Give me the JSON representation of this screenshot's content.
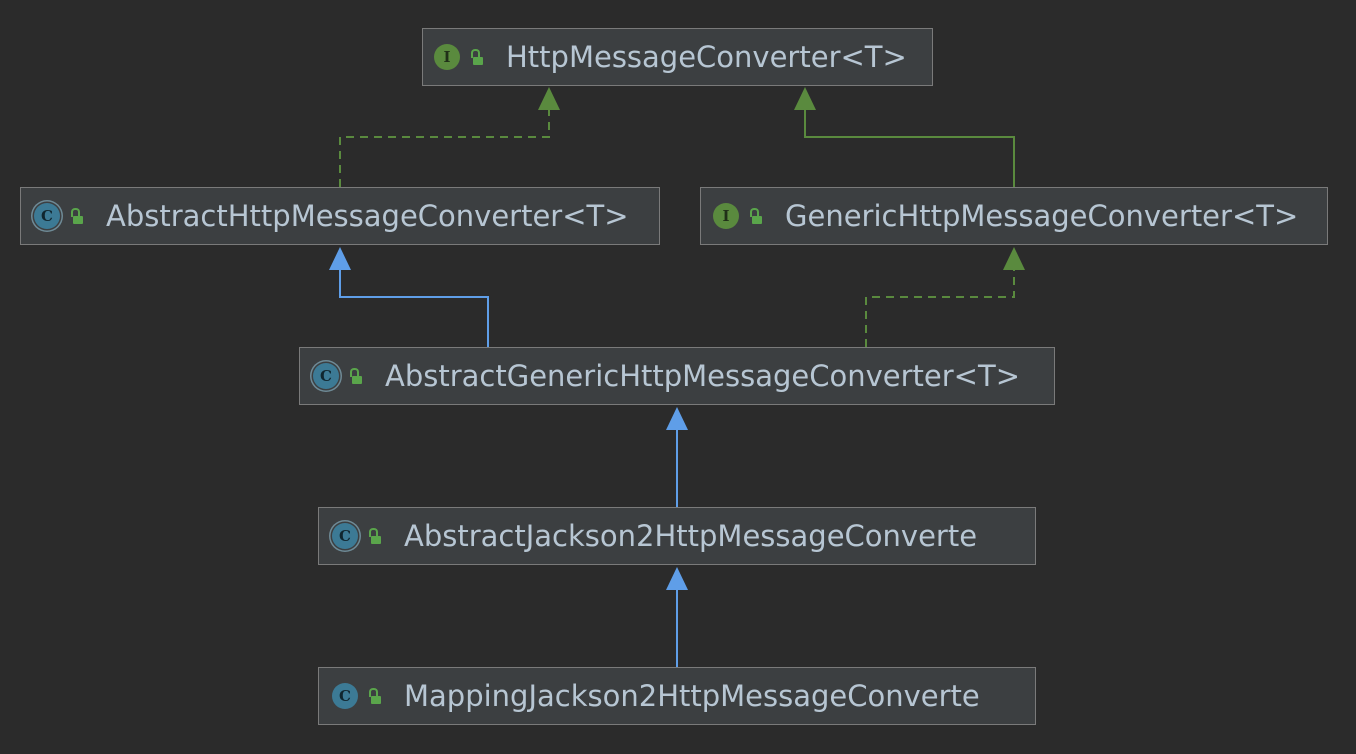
{
  "diagram": {
    "nodes": [
      {
        "id": "http-message-converter",
        "kind": "interface",
        "kind_glyph": "I",
        "label": "HttpMessageConverter<T>"
      },
      {
        "id": "abstract-http-message-converter",
        "kind": "abstract",
        "kind_glyph": "C",
        "label": "AbstractHttpMessageConverter<T>"
      },
      {
        "id": "generic-http-message-converter",
        "kind": "interface",
        "kind_glyph": "I",
        "label": "GenericHttpMessageConverter<T>"
      },
      {
        "id": "abstract-generic-http-message-converter",
        "kind": "abstract",
        "kind_glyph": "C",
        "label": "AbstractGenericHttpMessageConverter<T>"
      },
      {
        "id": "abstract-jackson2-http-message-converter",
        "kind": "abstract",
        "kind_glyph": "C",
        "label": "AbstractJackson2HttpMessageConverte"
      },
      {
        "id": "mapping-jackson2-http-message-converter",
        "kind": "class",
        "kind_glyph": "C",
        "label": "MappingJackson2HttpMessageConverte"
      }
    ],
    "edges": [
      {
        "from": "abstract-http-message-converter",
        "to": "http-message-converter",
        "relation": "implements",
        "style": "dashed",
        "color": "#5a8a3e"
      },
      {
        "from": "generic-http-message-converter",
        "to": "http-message-converter",
        "relation": "extends",
        "style": "solid",
        "color": "#5a8a3e"
      },
      {
        "from": "abstract-generic-http-message-converter",
        "to": "abstract-http-message-converter",
        "relation": "extends",
        "style": "solid",
        "color": "#5f9ee8"
      },
      {
        "from": "abstract-generic-http-message-converter",
        "to": "generic-http-message-converter",
        "relation": "implements",
        "style": "dashed",
        "color": "#5a8a3e"
      },
      {
        "from": "abstract-jackson2-http-message-converter",
        "to": "abstract-generic-http-message-converter",
        "relation": "extends",
        "style": "solid",
        "color": "#5f9ee8"
      },
      {
        "from": "mapping-jackson2-http-message-converter",
        "to": "abstract-jackson2-http-message-converter",
        "relation": "extends",
        "style": "solid",
        "color": "#5f9ee8"
      }
    ]
  },
  "colors": {
    "background": "#2b2b2b",
    "node_fill": "#3c3f41",
    "node_border": "#7a7a7a",
    "label_text": "#b7c6d3",
    "interface_green": "#5a8a3e",
    "class_blue": "#3c7a95",
    "inheritance_blue": "#5f9ee8",
    "public_lock_green": "#5aa54b"
  }
}
